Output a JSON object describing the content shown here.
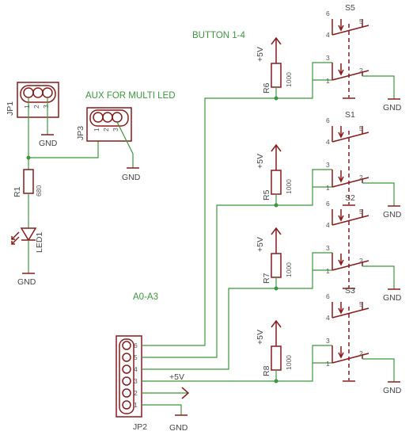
{
  "labels": {
    "button_note": "BUTTON 1-4",
    "aux_note": "AUX FOR MULTI LED",
    "analog_note": "A0-A3"
  },
  "jp1": {
    "name": "JP1",
    "pins": [
      "1",
      "2",
      "3"
    ],
    "gnd": "GND"
  },
  "jp3": {
    "name": "JP3",
    "pins": [
      "1",
      "2",
      "3"
    ],
    "gnd": "GND"
  },
  "r1": {
    "name": "R1",
    "value": "680"
  },
  "led1": {
    "name": "LED1",
    "gnd": "GND"
  },
  "jp2": {
    "name": "JP2",
    "pins": [
      "6",
      "5",
      "4",
      "3",
      "2",
      "1"
    ],
    "vcc": "+5V",
    "gnd": "GND"
  },
  "buttons": [
    {
      "switch": "S5",
      "resistor": "R6",
      "value": "1000",
      "supply": "+5V",
      "gnd": "GND",
      "pins": [
        "6",
        "5",
        "4",
        "3",
        "2",
        "1"
      ]
    },
    {
      "switch": "S1",
      "resistor": "R5",
      "value": "1000",
      "supply": "+5V",
      "gnd": "GND",
      "pins": [
        "6",
        "5",
        "4",
        "3",
        "2",
        "1"
      ]
    },
    {
      "switch": "S2",
      "resistor": "R7",
      "value": "1000",
      "supply": "+5V",
      "gnd": "GND",
      "pins": [
        "6",
        "5",
        "4",
        "3",
        "2",
        "1"
      ]
    },
    {
      "switch": "S3",
      "resistor": "R8",
      "value": "1000",
      "supply": "+5V",
      "gnd": "GND",
      "pins": [
        "6",
        "5",
        "4",
        "3",
        "2",
        "1"
      ]
    }
  ]
}
